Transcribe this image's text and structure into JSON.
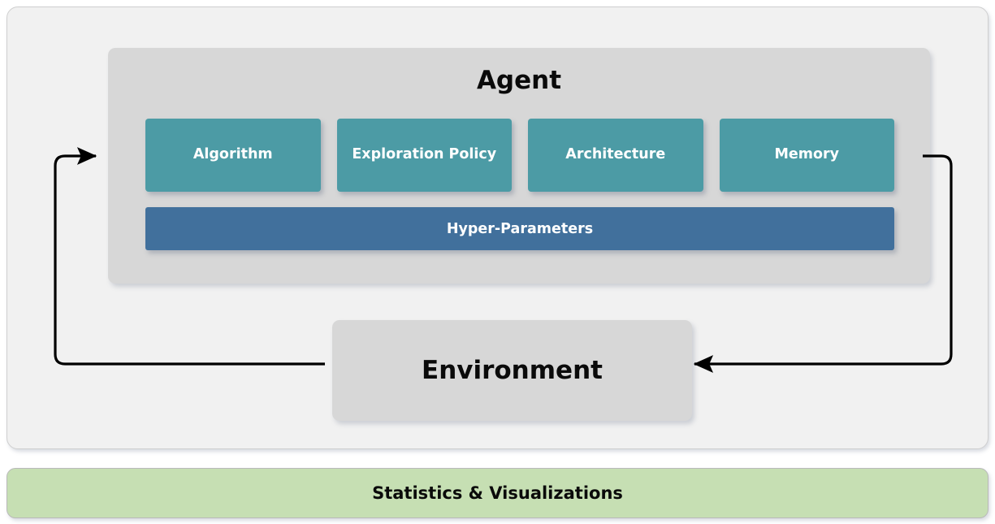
{
  "diagram": {
    "title": "Agent / Environment reinforcement learning loop",
    "colors": {
      "canvas": "#ffffff",
      "outer_panel": "#f1f1f1",
      "agent_panel": "#d7d7d7",
      "environment_panel": "#d7d7d7",
      "component_box": "#4c9ba5",
      "hyper_parameters_bar": "#41709c",
      "stats_bar": "#c6dfb3",
      "text_dark": "#0a0a0a",
      "text_light": "#ffffff",
      "arrow": "#000000"
    }
  },
  "agent": {
    "title": "Agent",
    "components": [
      {
        "label": "Algorithm"
      },
      {
        "label": "Exploration Policy"
      },
      {
        "label": "Architecture"
      },
      {
        "label": "Memory"
      }
    ],
    "hyper_parameters": {
      "label": "Hyper-Parameters"
    }
  },
  "environment": {
    "label": "Environment"
  },
  "arrows": [
    {
      "name": "environment-to-agent",
      "from": "Environment",
      "to": "Agent",
      "direction": "left-side loop, arrowhead points right into Agent"
    },
    {
      "name": "agent-to-environment",
      "from": "Agent",
      "to": "Environment",
      "direction": "right-side loop, arrowhead points left into Environment"
    }
  ],
  "footer": {
    "label": "Statistics & Visualizations"
  }
}
